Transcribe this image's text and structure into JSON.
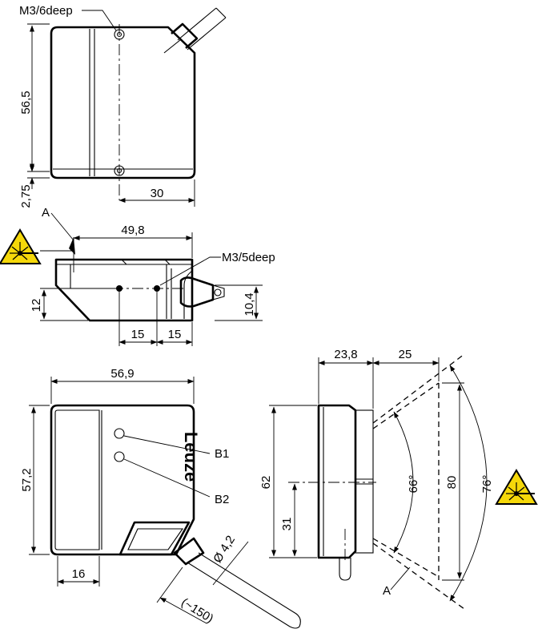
{
  "views": {
    "top": {
      "label_thread": "M3/6deep",
      "dim_height": "56,5",
      "dim_offset": "2,75",
      "dim_width": "30"
    },
    "side": {
      "label_ref": "A",
      "dim_length": "49,8",
      "label_thread": "M3/5deep",
      "dim_height": "12",
      "dim_cable": "10,4",
      "dim_spacing_1": "15",
      "dim_spacing_2": "15"
    },
    "front": {
      "dim_width": "56,9",
      "dim_height": "57,2",
      "dim_window": "16",
      "label_b1": "B1",
      "label_b2": "B2",
      "dim_cable_dia": "Ø 4,2",
      "dim_cable_len": "(~150)",
      "brand_text": "Leuze"
    },
    "beam": {
      "dim_depth": "23,8",
      "dim_offset": "25",
      "dim_height": "62",
      "dim_center": "31",
      "angle_inner": "66°",
      "angle_outer": "76°",
      "dim_field": "80",
      "label_ref": "A"
    }
  },
  "icons": {
    "laser_warning": "laser-warning-icon",
    "warning_fill": "#f5d80a"
  }
}
